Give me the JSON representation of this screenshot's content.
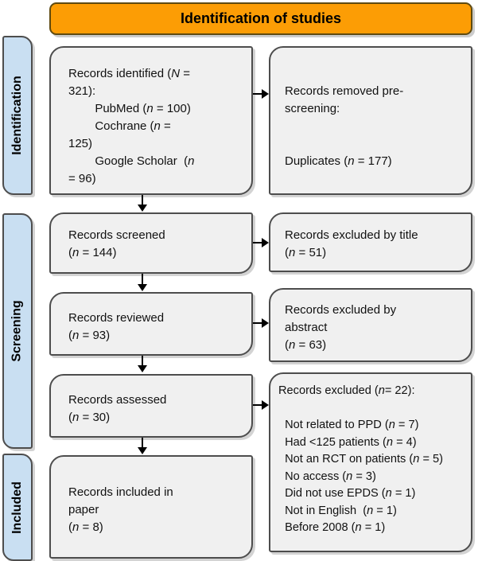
{
  "header": {
    "title": "Identification of studies"
  },
  "colors": {
    "header_fill": "#FC9D05",
    "header_border": "#5f4a10",
    "box_fill": "#F0F0F0",
    "box_border": "#4d4d4d",
    "stage_fill": "#C9DFF2",
    "stage_border": "#4d4d4d",
    "arrow_color": "#000000"
  },
  "stages": {
    "identification": "Identification",
    "screening": "Screening",
    "included": "Included"
  },
  "boxes": {
    "identified": {
      "lines": [
        "Records identified (N =",
        "321):",
        "        PubMed (n = 100)",
        "        Cochrane (n =",
        "125)",
        "        Google Scholar  (n",
        "= 96)"
      ]
    },
    "removed_prescreening": {
      "lines": [
        "Records removed pre-",
        "screening:",
        "",
        "",
        "Duplicates (n = 177)"
      ]
    },
    "screened": {
      "lines": [
        "Records screened",
        "(n = 144)"
      ]
    },
    "excluded_by_title": {
      "lines": [
        "Records excluded by title",
        "(n = 51)"
      ]
    },
    "reviewed": {
      "lines": [
        "Records reviewed",
        "(n = 93)"
      ]
    },
    "excluded_by_abstract": {
      "lines": [
        "Records excluded by",
        "abstract",
        "(n = 63)"
      ]
    },
    "assessed": {
      "lines": [
        "Records assessed",
        "(n = 30)"
      ]
    },
    "excluded_full_text": {
      "lines": [
        "Records excluded (n= 22):",
        "",
        "  Not related to PPD (n = 7)",
        "  Had <125 patients (n = 4)",
        "  Not an RCT on patients (n = 5)",
        "  No access (n = 3)",
        "  Did not use EPDS (n = 1)",
        "  Not in English  (n = 1)",
        "  Before 2008 (n = 1)"
      ]
    },
    "included_in_paper": {
      "lines": [
        "Records included in",
        "paper",
        "(n = 8)"
      ]
    }
  }
}
